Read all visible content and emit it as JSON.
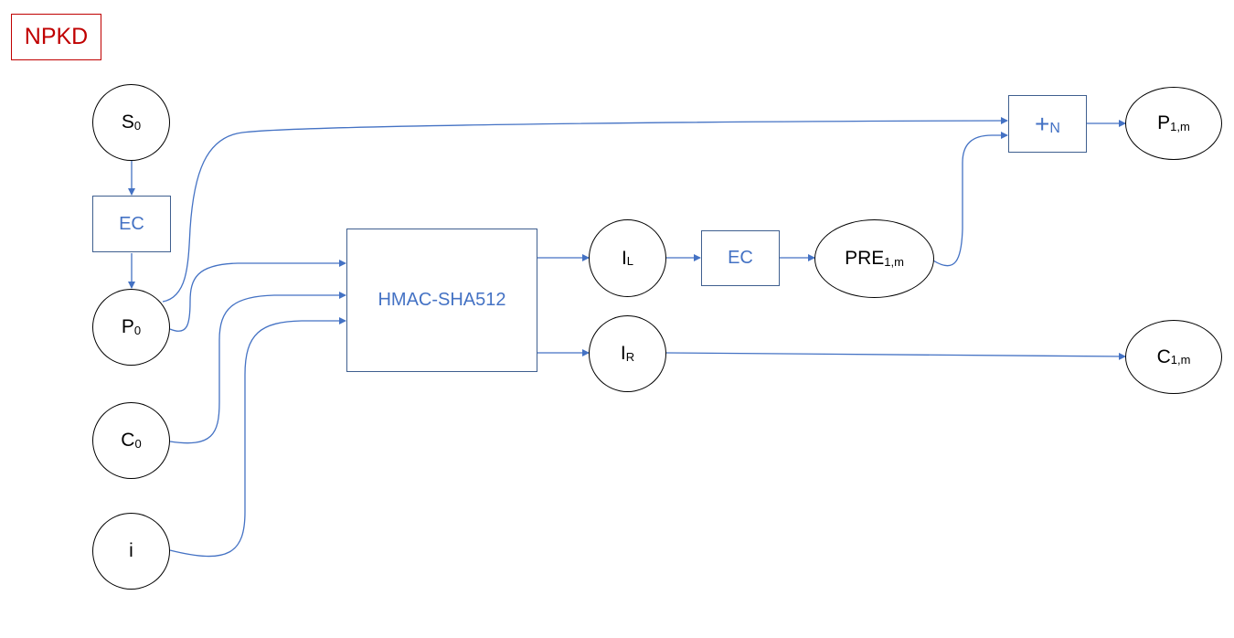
{
  "title": "NPKD",
  "nodes": {
    "s0": {
      "main": "S",
      "sub": "0"
    },
    "p0": {
      "main": "P",
      "sub": "0"
    },
    "c0": {
      "main": "C",
      "sub": "0"
    },
    "i": {
      "main": "i",
      "sub": ""
    },
    "il": {
      "main": "I",
      "sub": "L"
    },
    "ir": {
      "main": "I",
      "sub": "R"
    },
    "pre": {
      "main": "PRE",
      "sub": "1,m"
    },
    "p1m": {
      "main": "P",
      "sub": "1,m"
    },
    "c1m": {
      "main": "C",
      "sub": "1,m"
    }
  },
  "boxes": {
    "ec1": {
      "label": "EC"
    },
    "ec2": {
      "label": "EC"
    },
    "hmac": {
      "label": "HMAC-SHA512"
    },
    "addn": {
      "symbol": "+",
      "sub": "N"
    }
  },
  "colors": {
    "title": "#c00000",
    "box_text": "#4472c4",
    "wire": "#4472c4",
    "node_border": "#000000"
  }
}
